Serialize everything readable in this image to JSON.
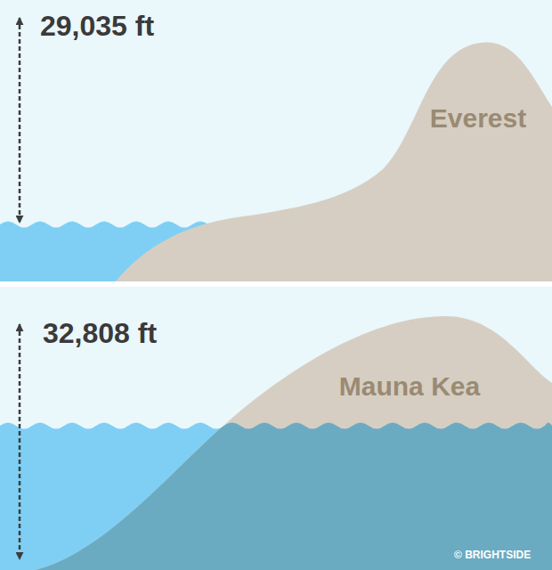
{
  "diagram": {
    "nodes": [
      {
        "text": [
          "Everest"
        ]
      },
      {
        "text": [
          "Mauna Kea"
        ]
      }
    ],
    "labels": [
      "29,035 ft",
      "32,808 ft",
      "© BRIGHTSIDE"
    ]
  }
}
